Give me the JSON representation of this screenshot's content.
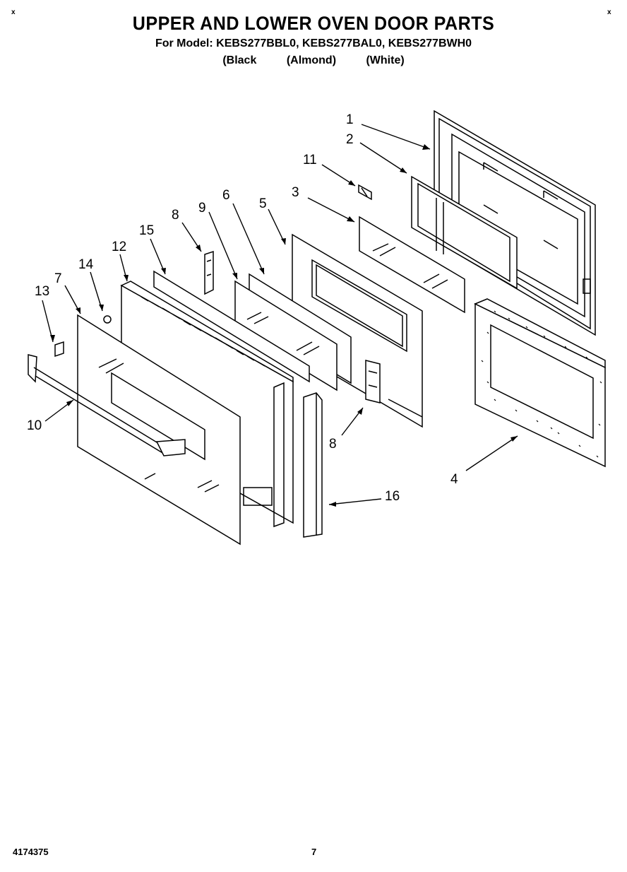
{
  "header": {
    "title": "UPPER AND LOWER OVEN DOOR PARTS",
    "models_line": "For Model: KEBS277BBL0, KEBS277BAL0, KEBS277BWH0",
    "colors": [
      "(Black",
      "(Almond)",
      "(White)"
    ]
  },
  "corner_marks": [
    "x",
    "x"
  ],
  "callouts": [
    {
      "id": "1",
      "label": "1"
    },
    {
      "id": "2",
      "label": "2"
    },
    {
      "id": "11",
      "label": "11"
    },
    {
      "id": "3",
      "label": "3"
    },
    {
      "id": "6",
      "label": "6"
    },
    {
      "id": "5",
      "label": "5"
    },
    {
      "id": "9",
      "label": "9"
    },
    {
      "id": "8a",
      "label": "8"
    },
    {
      "id": "15",
      "label": "15"
    },
    {
      "id": "12",
      "label": "12"
    },
    {
      "id": "14",
      "label": "14"
    },
    {
      "id": "7",
      "label": "7"
    },
    {
      "id": "13",
      "label": "13"
    },
    {
      "id": "10",
      "label": "10"
    },
    {
      "id": "8b",
      "label": "8"
    },
    {
      "id": "4",
      "label": "4"
    },
    {
      "id": "16",
      "label": "16"
    }
  ],
  "footer": {
    "doc_number": "4174375",
    "page_number": "7"
  }
}
